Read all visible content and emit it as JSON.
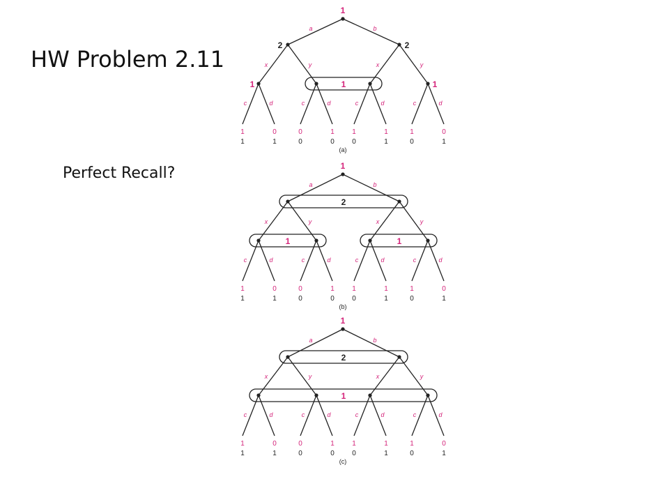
{
  "slide": {
    "title": "HW Problem 2.11",
    "subtitle": "Perfect Recall?"
  },
  "colors": {
    "accent": "#d4247a",
    "ink": "#222222"
  },
  "trees": [
    {
      "caption": "(a)",
      "root_player": "1",
      "first_actions": [
        "a",
        "b"
      ],
      "level2_player_labels": [
        "2",
        "2"
      ],
      "level2_info_set_label": "",
      "second_actions": [
        "x",
        "y",
        "x",
        "y"
      ],
      "level3_player_labels": [
        "1",
        "",
        "",
        "1"
      ],
      "level3_info_set_labels": [
        "1"
      ],
      "third_actions": [
        "c",
        "d",
        "c",
        "d",
        "c",
        "d",
        "c",
        "d"
      ],
      "payoff_row1": [
        "1",
        "0",
        "0",
        "1",
        "1",
        "1",
        "1",
        "0"
      ],
      "payoff_row2": [
        "1",
        "1",
        "0",
        "0",
        "0",
        "1",
        "0",
        "1"
      ]
    },
    {
      "caption": "(b)",
      "root_player": "1",
      "first_actions": [
        "a",
        "b"
      ],
      "level2_player_labels": [
        "",
        ""
      ],
      "level2_info_set_label": "2",
      "second_actions": [
        "x",
        "y",
        "x",
        "y"
      ],
      "level3_player_labels": [
        "",
        "",
        "",
        ""
      ],
      "level3_info_set_labels": [
        "1",
        "1"
      ],
      "third_actions": [
        "c",
        "d",
        "c",
        "d",
        "c",
        "d",
        "c",
        "d"
      ],
      "payoff_row1": [
        "1",
        "0",
        "0",
        "1",
        "1",
        "1",
        "1",
        "0"
      ],
      "payoff_row2": [
        "1",
        "1",
        "0",
        "0",
        "0",
        "1",
        "0",
        "1"
      ]
    },
    {
      "caption": "(c)",
      "root_player": "1",
      "first_actions": [
        "a",
        "b"
      ],
      "level2_player_labels": [
        "",
        ""
      ],
      "level2_info_set_label": "2",
      "second_actions": [
        "x",
        "y",
        "x",
        "y"
      ],
      "level3_player_labels": [
        "",
        "",
        "",
        ""
      ],
      "level3_info_set_labels": [
        "1"
      ],
      "third_actions": [
        "c",
        "d",
        "c",
        "d",
        "c",
        "d",
        "c",
        "d"
      ],
      "payoff_row1": [
        "1",
        "0",
        "0",
        "1",
        "1",
        "1",
        "1",
        "0"
      ],
      "payoff_row2": [
        "1",
        "1",
        "0",
        "0",
        "0",
        "1",
        "0",
        "1"
      ]
    }
  ]
}
